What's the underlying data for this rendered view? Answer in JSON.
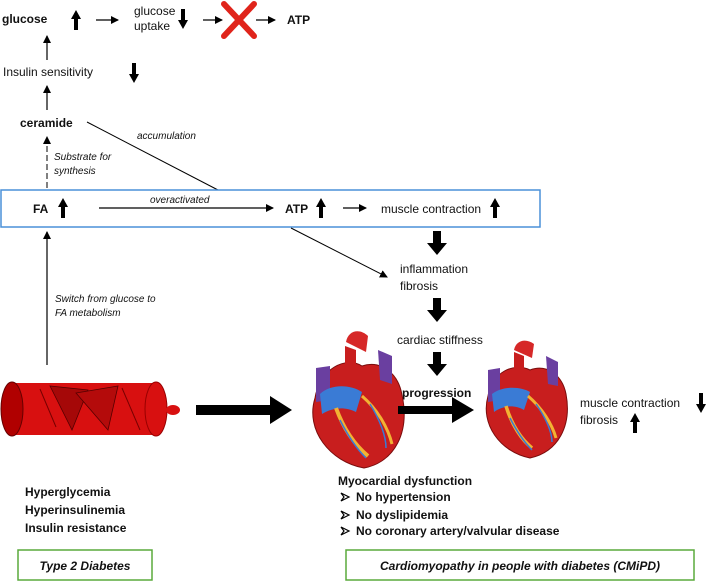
{
  "colors": {
    "fa_box_border": "#4a90d9",
    "label_box_border": "#5aaa3c",
    "cross": "#e0241b",
    "vessel": "#d81010",
    "heart_red": "#c81e1e",
    "aorta_blue": "#3a7bd5",
    "vessel_purple": "#6a3fa0",
    "fat_yellow": "#f2b233",
    "arrow": "#000000"
  },
  "top_chain": {
    "glucose": "glucose",
    "glucose_uptake_line1": "glucose",
    "glucose_uptake_line2": "uptake",
    "atp": "ATP",
    "blocked_icon": "red-x-icon"
  },
  "left_chain": {
    "insulin_sensitivity": "Insulin sensitivity",
    "ceramide": "ceramide",
    "substrate_line1": "Substrate for",
    "substrate_line2": "synthesis",
    "accumulation": "accumulation",
    "switch_line1": "Switch from glucose to",
    "switch_line2": "FA metabolism"
  },
  "fa_box": {
    "fa": "FA",
    "overactivated": "overactivated",
    "atp": "ATP",
    "muscle_contraction": "muscle contraction"
  },
  "right_chain": {
    "inflammation": "inflammation",
    "fibrosis": "fibrosis",
    "cardiac_stiffness": "cardiac stiffness",
    "progression": "progression",
    "outcome_muscle": "muscle contraction",
    "outcome_fibrosis": "fibrosis"
  },
  "left_conditions": [
    "Hyperglycemia",
    "Hyperinsulinemia",
    "Insulin resistance"
  ],
  "myocardial": {
    "title": "Myocardial dysfunction",
    "items": [
      "No hypertension",
      "No dyslipidemia",
      "No coronary artery/valvular disease"
    ],
    "bullet_icon": "arrowhead-bullet-icon"
  },
  "labels": {
    "type2": "Type 2 Diabetes",
    "cmipd": "Cardiomyopathy in people with diabetes (CMiPD)"
  }
}
